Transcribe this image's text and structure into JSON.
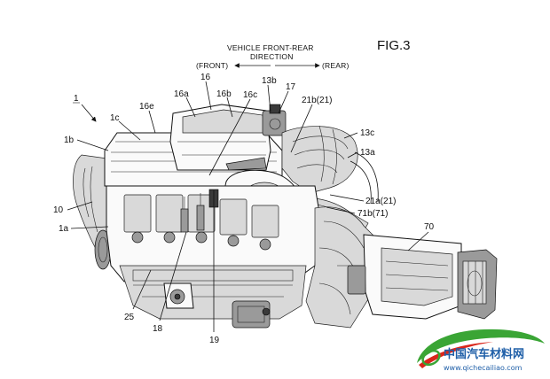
{
  "figure_label": "FIG.3",
  "direction": {
    "line1": "VEHICLE FRONT-REAR",
    "line2": "DIRECTION",
    "front": "(FRONT)",
    "rear": "(REAR)"
  },
  "labels": {
    "l1": "1",
    "l1c": "1c",
    "l16e": "16e",
    "l16a": "16a",
    "l16": "16",
    "l16b": "16b",
    "l16c": "16c",
    "l13b": "13b",
    "l17": "17",
    "l21b": "21b(21)",
    "l13c": "13c",
    "l13a": "13a",
    "l1b": "1b",
    "l10": "10",
    "l21a": "21a(21)",
    "l71b": "71b(71)",
    "l1a": "1a",
    "l70": "70",
    "l25": "25",
    "l18": "18",
    "l19": "19"
  },
  "watermark": {
    "cn": "中国汽车材料网",
    "url": "www.qichecailiao.com",
    "colors": {
      "green": "#3aa535",
      "red": "#d9261c",
      "blue": "#1f5fa8"
    }
  }
}
